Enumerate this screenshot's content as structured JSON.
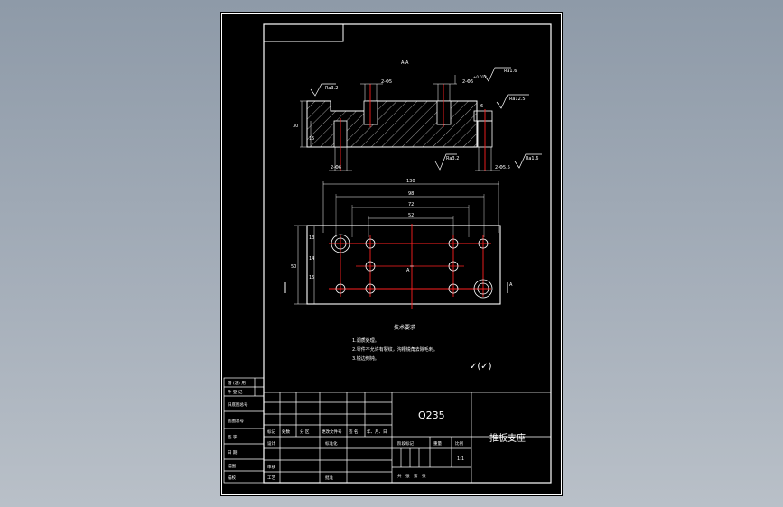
{
  "drawing": {
    "view_label": "A-A",
    "material": "Q235",
    "part_name": "推板支座",
    "scale": "1:1",
    "colors": {
      "background": "#000000",
      "line": "#ffffff",
      "hole": "#ff2020",
      "surround": "#98a3b0"
    },
    "section_annotations": {
      "roughness_left": "Ra3.2",
      "roughness_top_right": "Ra1.6",
      "roughness_right": "Ra12.5",
      "roughness_bottom_mid": "Ra3.2",
      "roughness_bottom_right": "Ra1.6",
      "hole_callout_1": "2-Φ5",
      "hole_callout_2": "2-Φ6",
      "hole_callout_3": "2-Φ6",
      "hole_callout_4": "2-Φ5.5",
      "height_dim": "30",
      "lower_dim": "15",
      "tol": "+0.012",
      "small_dim": "6"
    },
    "plan_dims": {
      "overall": "130",
      "d2": "98",
      "d3": "72",
      "d4": "52",
      "left_1": "13",
      "left_2": "14",
      "left_3": "15",
      "height": "50",
      "section_mark": "A"
    },
    "notes": {
      "title": "技术要求",
      "items": [
        "1.调质处理。",
        "2.零件不允许有裂纹，沟槽锐角去除毛刺。",
        "3.锐边倒钝。"
      ],
      "roughness_symbol": "✓(✓)"
    },
    "left_strip": {
      "labels": [
        "借 (通) 用",
        "件 登 记",
        "旧底图总号",
        "底图总号",
        "签 字",
        "日 期",
        "描图",
        "描校"
      ]
    },
    "title_block": {
      "row_labels": [
        "标记",
        "处数",
        "分 区",
        "更改文件号",
        "签 名",
        "年、月、日"
      ],
      "design": "设计",
      "standard": "标准化",
      "review": "审核",
      "process": "工艺",
      "approve": "批准",
      "stage_label": "阶段标记",
      "weight_label": "重量",
      "scale_label": "比例",
      "sheets_label": "共　张　第　张"
    }
  }
}
